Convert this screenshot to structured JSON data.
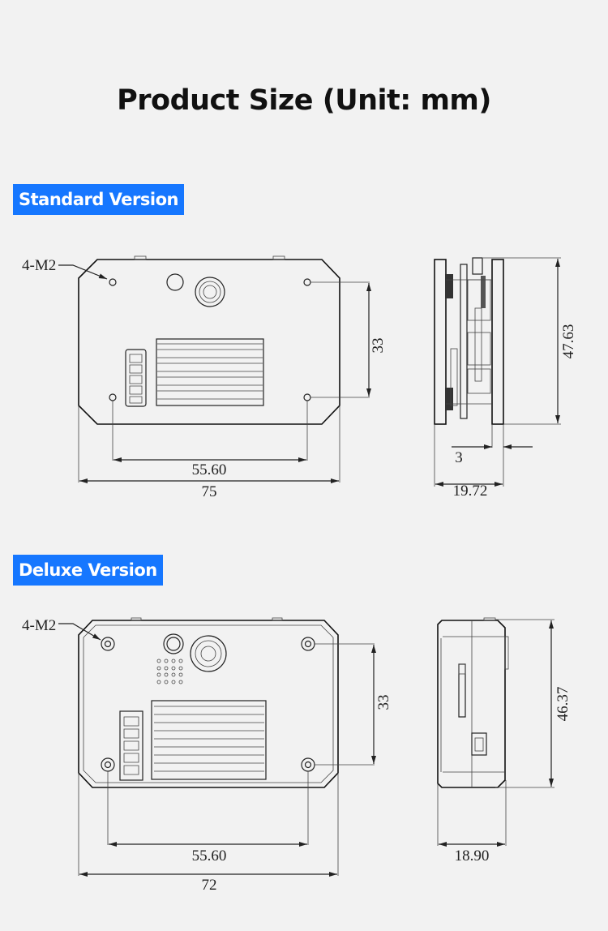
{
  "title": "Product Size (Unit: mm)",
  "versions": [
    {
      "label": "Standard Version",
      "hole_label": "4-M2",
      "hole_spacing_h": "55.60",
      "hole_spacing_v": "33",
      "width": "75",
      "height": "47.63",
      "depth": "19.72",
      "plate_thickness": "3"
    },
    {
      "label": "Deluxe Version",
      "hole_label": "4-M2",
      "hole_spacing_h": "55.60",
      "hole_spacing_v": "33",
      "width": "72",
      "height": "46.37",
      "depth": "18.90"
    }
  ],
  "colors": {
    "badge": "#1677ff",
    "background": "#f2f2f2"
  }
}
